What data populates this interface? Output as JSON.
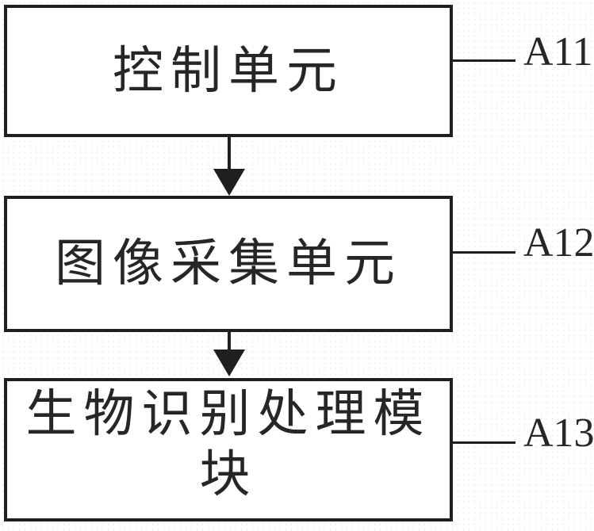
{
  "diagram": {
    "title": "biometric-recognition-block-diagram",
    "background_color": "#ffffff",
    "ink_color": "#1f1f1f",
    "boxes": [
      {
        "label": "控制单元",
        "ref": "A11"
      },
      {
        "label": "图像采集单元",
        "ref": "A12"
      },
      {
        "label": "生物识别处理模块",
        "ref": "A13"
      }
    ],
    "arrows": [
      {
        "from": "控制单元",
        "to": "图像采集单元",
        "direction": "down"
      },
      {
        "from": "图像采集单元",
        "to": "生物识别处理模块",
        "direction": "down"
      }
    ]
  }
}
